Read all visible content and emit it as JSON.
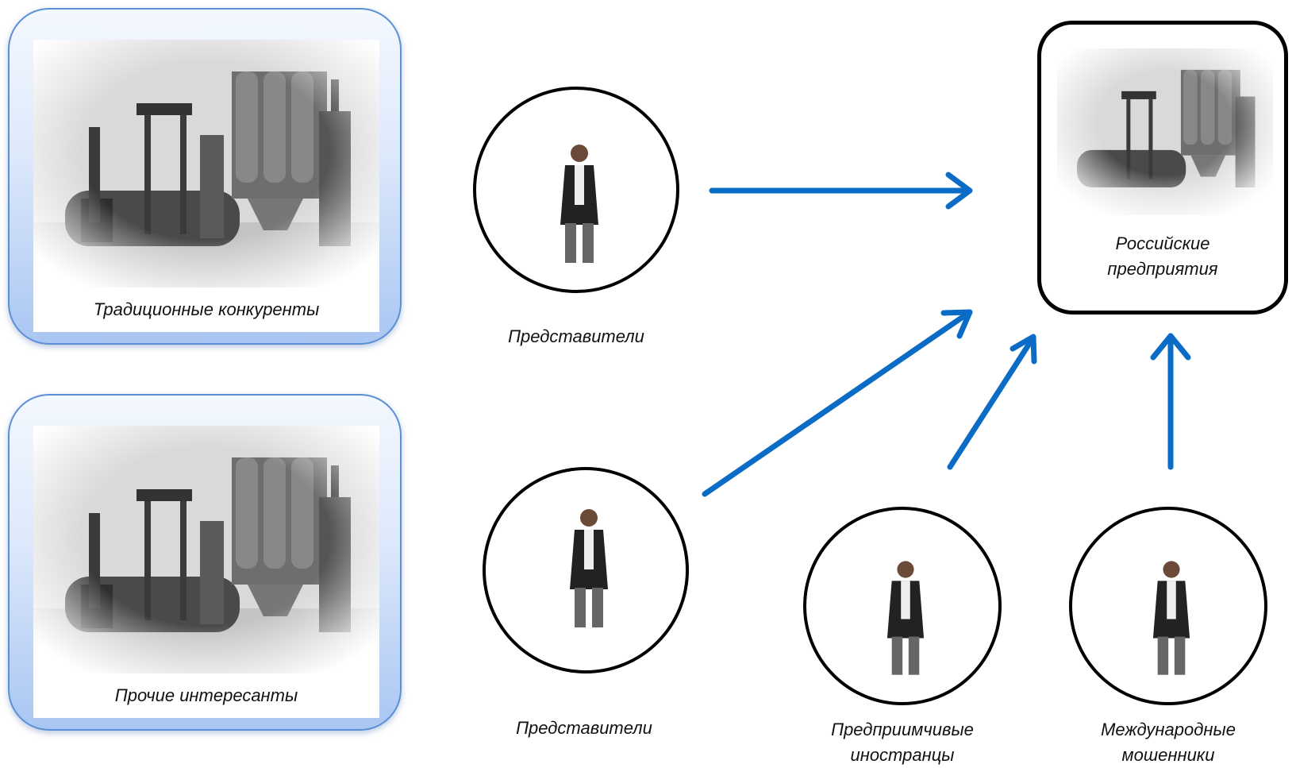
{
  "boxes": {
    "traditional": {
      "label": "Традиционные конкуренты"
    },
    "others": {
      "label": "Прочие интересанты"
    }
  },
  "target": {
    "label_line1": "Российские",
    "label_line2": "предприятия"
  },
  "people": {
    "rep_top": {
      "label": "Представители"
    },
    "rep_bottom": {
      "label": "Представители"
    },
    "foreigners": {
      "label_line1": "Предприимчивые",
      "label_line2": "иностранцы"
    },
    "fraudsters": {
      "label_line1": "Международные",
      "label_line2": "мошенники"
    }
  },
  "colors": {
    "arrow": "#0a6cc4",
    "box_border": "#5b8fd6"
  },
  "icons": {
    "factory": "factory-photo",
    "person": "man-walking-photo"
  }
}
